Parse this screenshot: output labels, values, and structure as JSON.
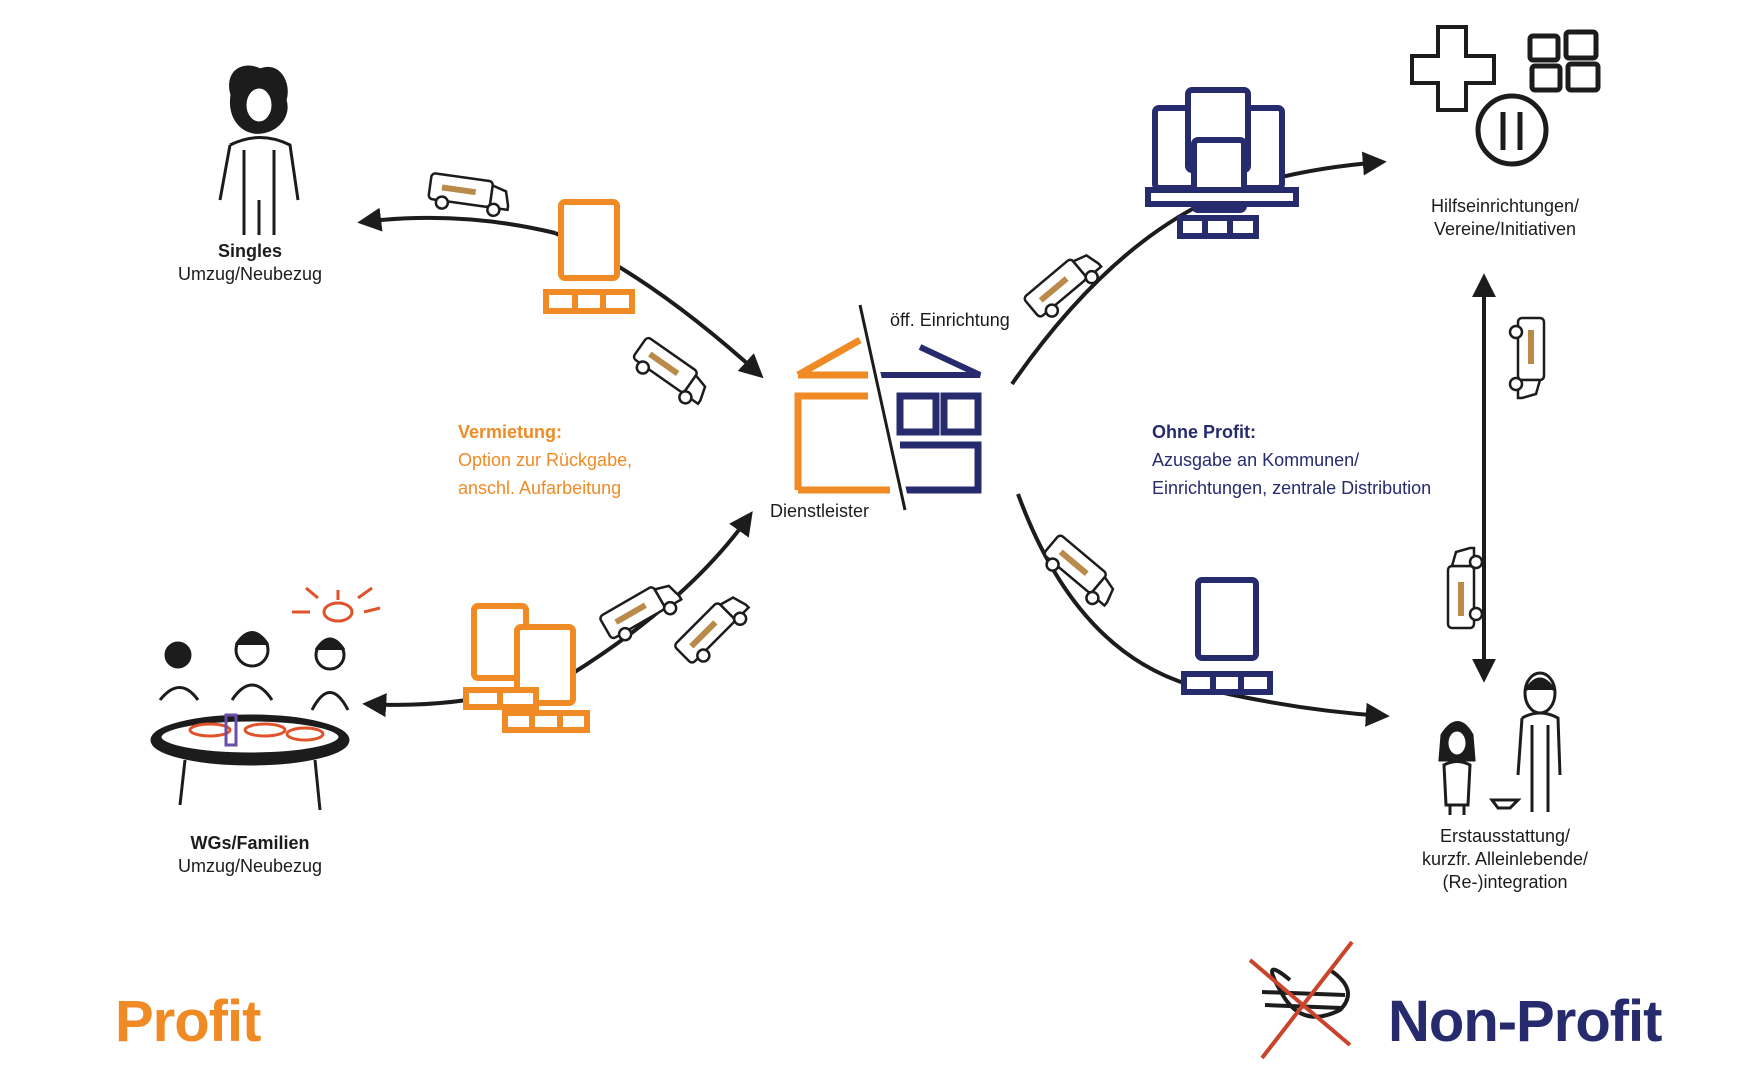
{
  "colors": {
    "profit": "#f08a24",
    "nonprofit": "#262b6e",
    "arrow": "#1c1c1c",
    "sketch_red": "#e0522a"
  },
  "nodes": {
    "singles": {
      "title": "Singles",
      "subtitle": "Umzug/Neubezug"
    },
    "wgs": {
      "title": "WGs/Familien",
      "subtitle": "Umzug/Neubezug"
    },
    "center": {
      "left_label": "Dienstleister",
      "right_label": "öff. Einrichtung"
    },
    "hilfe": {
      "line1": "Hilfseinrichtungen/",
      "line2": "Vereine/Initiativen"
    },
    "erst": {
      "line1": "Erstausstattung/",
      "line2": "kurzfr. Alleinlebende/",
      "line3": "(Re-)integration"
    }
  },
  "notes": {
    "profit": {
      "heading": "Vermietung:",
      "line1": "Option zur Rückgabe,",
      "line2": "anschl. Aufarbeitung"
    },
    "nonprofit": {
      "heading": "Ohne Profit:",
      "line1": "Azusgabe an Kommunen/",
      "line2": "Einrichtungen, zentrale Distribution"
    }
  },
  "footer": {
    "profit": "Profit",
    "nonprofit": "Non-Profit"
  },
  "icons": [
    "person-icon",
    "family-table-icon",
    "device-icon",
    "building-icon",
    "van-icon",
    "hospital-cross-icon",
    "food-plate-icon",
    "grid-icon",
    "women-icon",
    "no-euro-icon"
  ]
}
